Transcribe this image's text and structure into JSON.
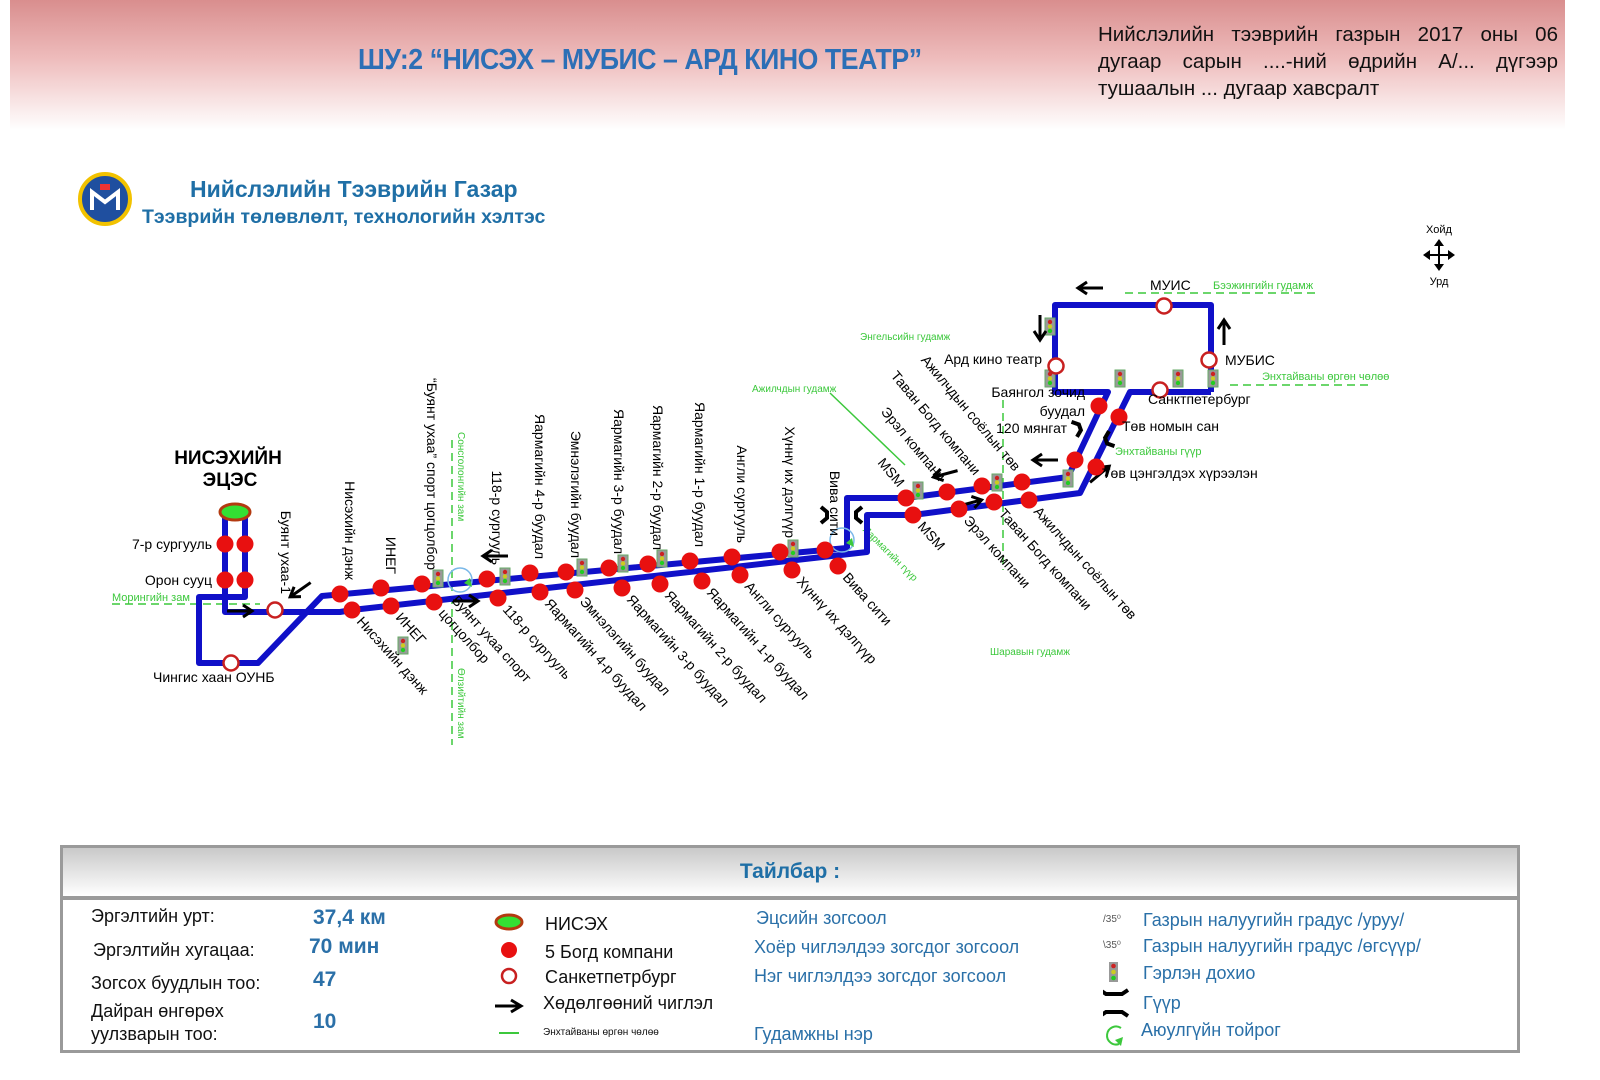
{
  "header": {
    "title": "ШУ:2 “НИСЭХ – МУБИС – АРД КИНО ТЕАТР”",
    "decree": "Нийслэлийн тээврийн газрын 2017 оны 06 дугаар  сарын ....-ний өдрийн А/... дүгээр тушаалын ... дугаар хавсралт"
  },
  "org": {
    "name": "Нийслэлийн Тээврийн Газар",
    "department": "Тээврийн төлөвлөлт, технологийн хэлтэс"
  },
  "compass": {
    "north": "Хойд",
    "south": "Урд"
  },
  "colors": {
    "route": "#1010c8",
    "stop": "#e81010",
    "street": "#3cc83c",
    "title": "#2c6fb6"
  },
  "map": {
    "terminal": [
      "НИСЭХИЙН",
      "ЭЦЭС"
    ],
    "upper_stops": [
      "Нисэхийн дэнж",
      "ИНЕГ",
      "“Буянт ухаа” спорт цогцолбор",
      "118-р сургууль",
      "Яармагийн 4-р буудал",
      "Эмнэлэгийн буудал",
      "Яармагийн 3-р буудал",
      "Яармагийн 2-р буудал",
      "Яармагийн 1-р буудал",
      "Англи сургууль",
      "Хүннү их дэлгүүр",
      "Вива сити",
      "MSM",
      "Эрэл компани",
      "Таван Богд компани",
      "Ажилчдын соёлын төв"
    ],
    "lower_stops": [
      "Нисэхийн дэнж",
      "ИНЕГ",
      "Буянт ухаа спорт|цогцолбор",
      "118-р сургууль",
      "Яармагийн 4-р буудал",
      "Эмнэлэгийн буудал",
      "Яармагийн 3-р буудал",
      "Яармагийн 2-р буудал",
      "Яармагийн 1-р буудал",
      "Англи сургууль",
      "Хүннү их дэлгүүр",
      "Вива сити",
      "MSM",
      "Эрэл компани",
      "Таван Богд компани",
      "Ажилчдын соёлын төв"
    ],
    "other_stops": [
      "7-р сургууль",
      "Орон сууц",
      "Чингис хаан ОУНБ",
      "Буянт ухаа-1",
      "Баянгол зочид|буудал",
      "120 мянгат",
      "Төв номын сан",
      "Төв цэнгэлдэх хүрээлэн",
      "Санктпетербург",
      "МУБИС",
      "МУИС",
      "Ард кино театр"
    ],
    "streets": [
      "Морингийн зам",
      "Сонсголонгийн зам",
      "Өлзийтийн зам",
      "Ажилчдын гудамж",
      "Энгельсийн гудамж",
      "Шаравын гудамж",
      "Яармагийн гүүр",
      "Энхтайваны гүүр",
      "Бээжингийн гудамж",
      "Энхтайваны өргөн чөлөө"
    ]
  },
  "legend": {
    "title": "Тайлбар :",
    "stats": [
      {
        "label": "Эргэлтийн урт:",
        "value": "37,4 км"
      },
      {
        "label": "Эргэлтийн хугацаа:",
        "value": "70 мин"
      },
      {
        "label": "Зогсох буудлын тоо:",
        "value": "47"
      },
      {
        "label": "Дайран өнгөрөх уулзварын тоо:",
        "label2": "уулзварын тоо:",
        "label1": "Дайран өнгөрөх",
        "value": "10"
      }
    ],
    "symbols": [
      "НИСЭХ",
      "5 Богд компани",
      "Санкетпетрбург",
      "Хөдөлгөөний чиглэл",
      "Энхтайваны өргөн чөлөө"
    ],
    "meanings": [
      "Эцсийн зогсоол",
      "Хоёр чиглэлдээ зогсдог зогсоол",
      "Нэг чиглэлдээ зогсдог зогсоол",
      "Гудамжны нэр"
    ],
    "extra": [
      {
        "mark": "/35⁰",
        "label": "Газрын налуугийн градус /уруу/"
      },
      {
        "mark": "\\35⁰",
        "label": "Газрын налуугийн градус /өгсүүр/"
      },
      {
        "label": "Гэрлэн дохио"
      },
      {
        "label": "Гүүр"
      },
      {
        "label": "Аюулгүйн тойрог"
      }
    ]
  }
}
